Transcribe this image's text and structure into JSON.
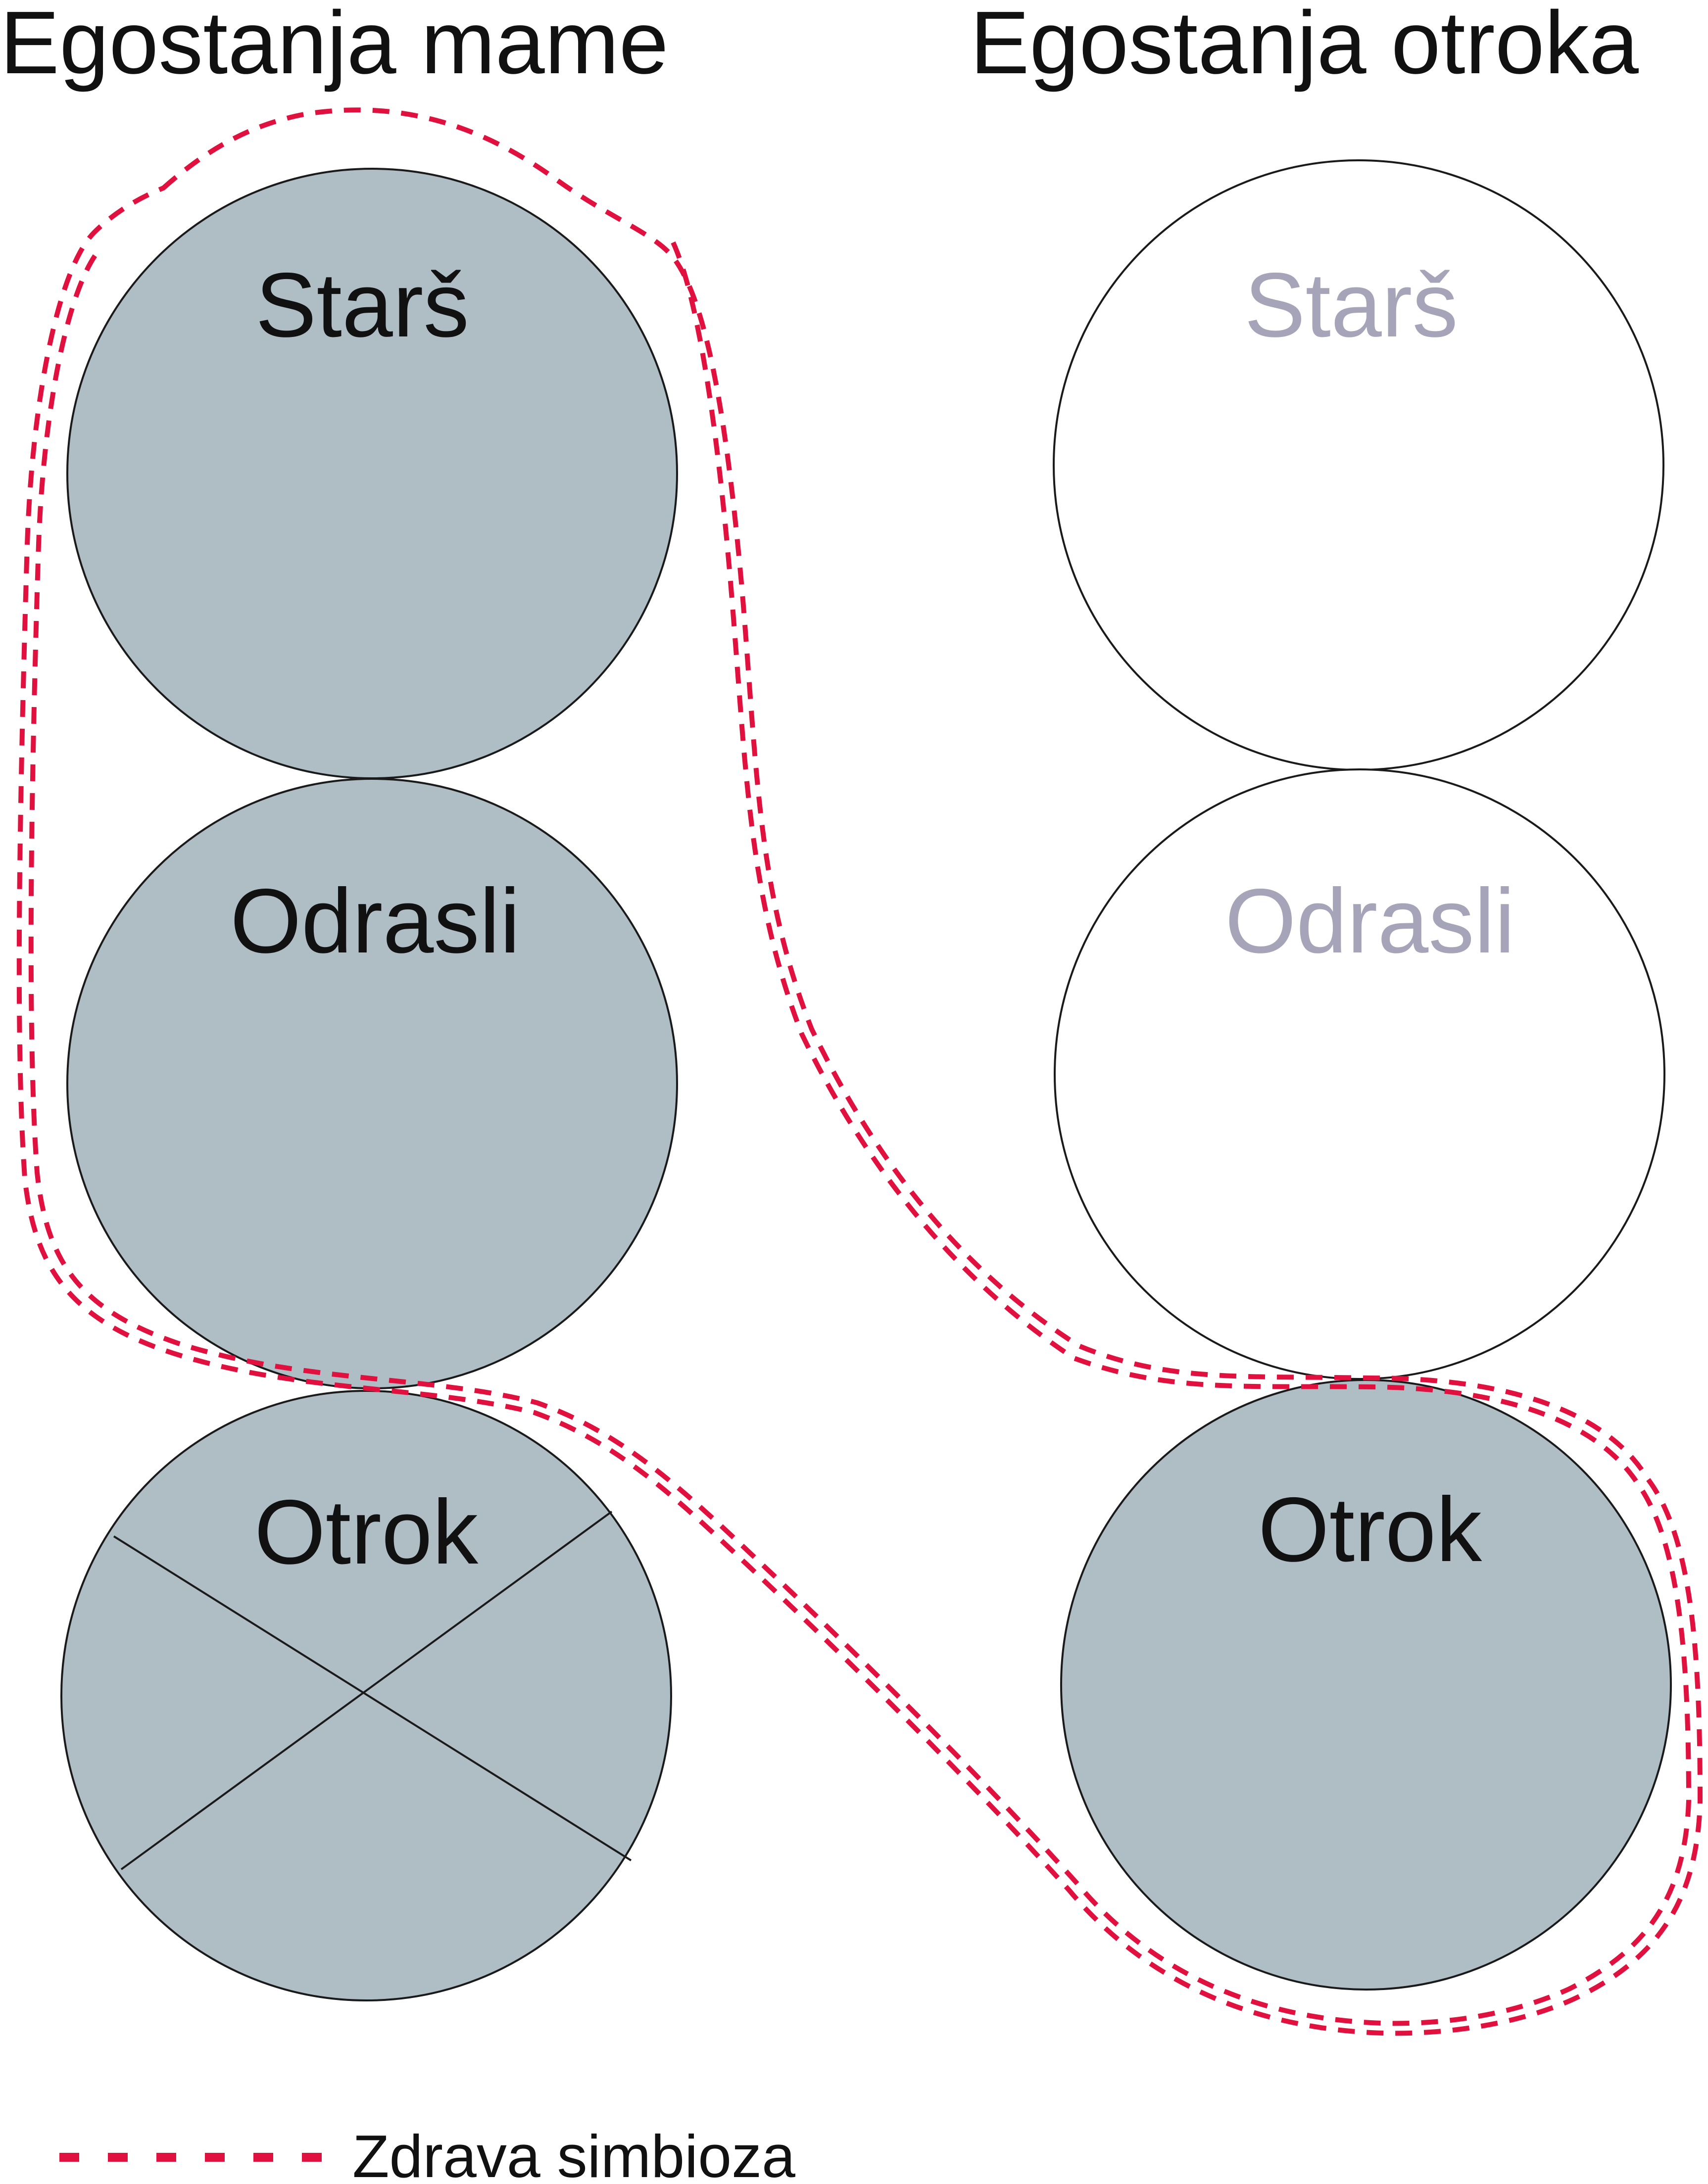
{
  "headings": {
    "mother": "Egostanja mame",
    "child": "Egostanja otroka"
  },
  "mother_states": {
    "parent": "Starš",
    "adult": "Odrasli",
    "child": "Otrok"
  },
  "child_states": {
    "parent": "Starš",
    "adult": "Odrasli",
    "child": "Otrok"
  },
  "legend": {
    "label": "Zdrava simbioza"
  },
  "colors": {
    "active_fill": "#afbec4",
    "inactive_fill": "#ffffff",
    "active_text": "#111111",
    "inactive_text": "#a6a4b8",
    "outline": "#1a1a1a",
    "symbiosis": "#e0113f"
  }
}
